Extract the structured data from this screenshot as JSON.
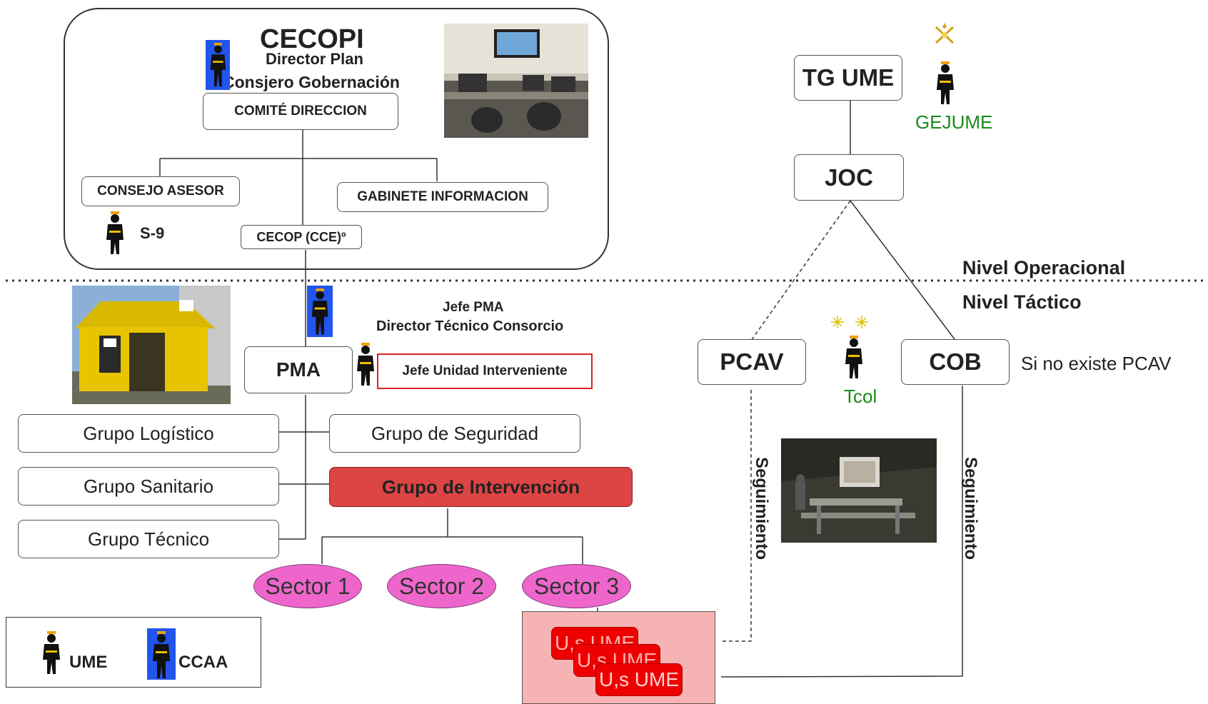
{
  "cecopi": {
    "title": "CECOPI",
    "director_plan": "Director Plan",
    "consejero": "Consjero Gobernación",
    "comite": "COMITÉ DIRECCION",
    "consejo_asesor": "CONSEJO ASESOR",
    "gabinete": "GABINETE INFORMACION",
    "s9": "S-9",
    "cecop": "CECOP (CCE)º"
  },
  "ume_chain": {
    "tg_ume": "TG UME",
    "gejume": "GEJUME",
    "joc": "JOC",
    "pcav": "PCAV",
    "cob": "COB",
    "tcol": "Tcol",
    "si_no_existe": "Si no existe PCAV",
    "seguimiento_left": "Seguimiento",
    "seguimiento_right": "Seguimiento"
  },
  "levels": {
    "operacional": "Nivel Operacional",
    "tactico": "Nivel Táctico"
  },
  "pma": {
    "jefe_pma": "Jefe PMA",
    "director_tecnico": "Director Técnico Consorcio",
    "pma": "PMA",
    "jefe_unidad": "Jefe Unidad Interveniente",
    "grupo_logistico": "Grupo Logístico",
    "grupo_seguridad": "Grupo de Seguridad",
    "grupo_sanitario": "Grupo Sanitario",
    "grupo_intervencion": "Grupo de Intervención",
    "grupo_tecnico": "Grupo Técnico"
  },
  "sectors": [
    "Sector 1",
    "Sector 2",
    "Sector 3"
  ],
  "units": [
    "U,s UME",
    "U,s UME",
    "U,s UME"
  ],
  "legend": {
    "ume": "UME",
    "ccaa": "CCAA"
  },
  "colors": {
    "intervencion_fill": "#dd4444",
    "sector_fill": "#ee66cc",
    "units_panel": "#f6b3b3",
    "unit_card": "#ee0000",
    "green_text": "#1a8a1a",
    "jefe_unidad_border": "#dd2222",
    "ccaa_badge": "#2255ee"
  },
  "icons": [
    "soldier-icon",
    "general-insignia-icon",
    "colonel-stars-icon"
  ]
}
